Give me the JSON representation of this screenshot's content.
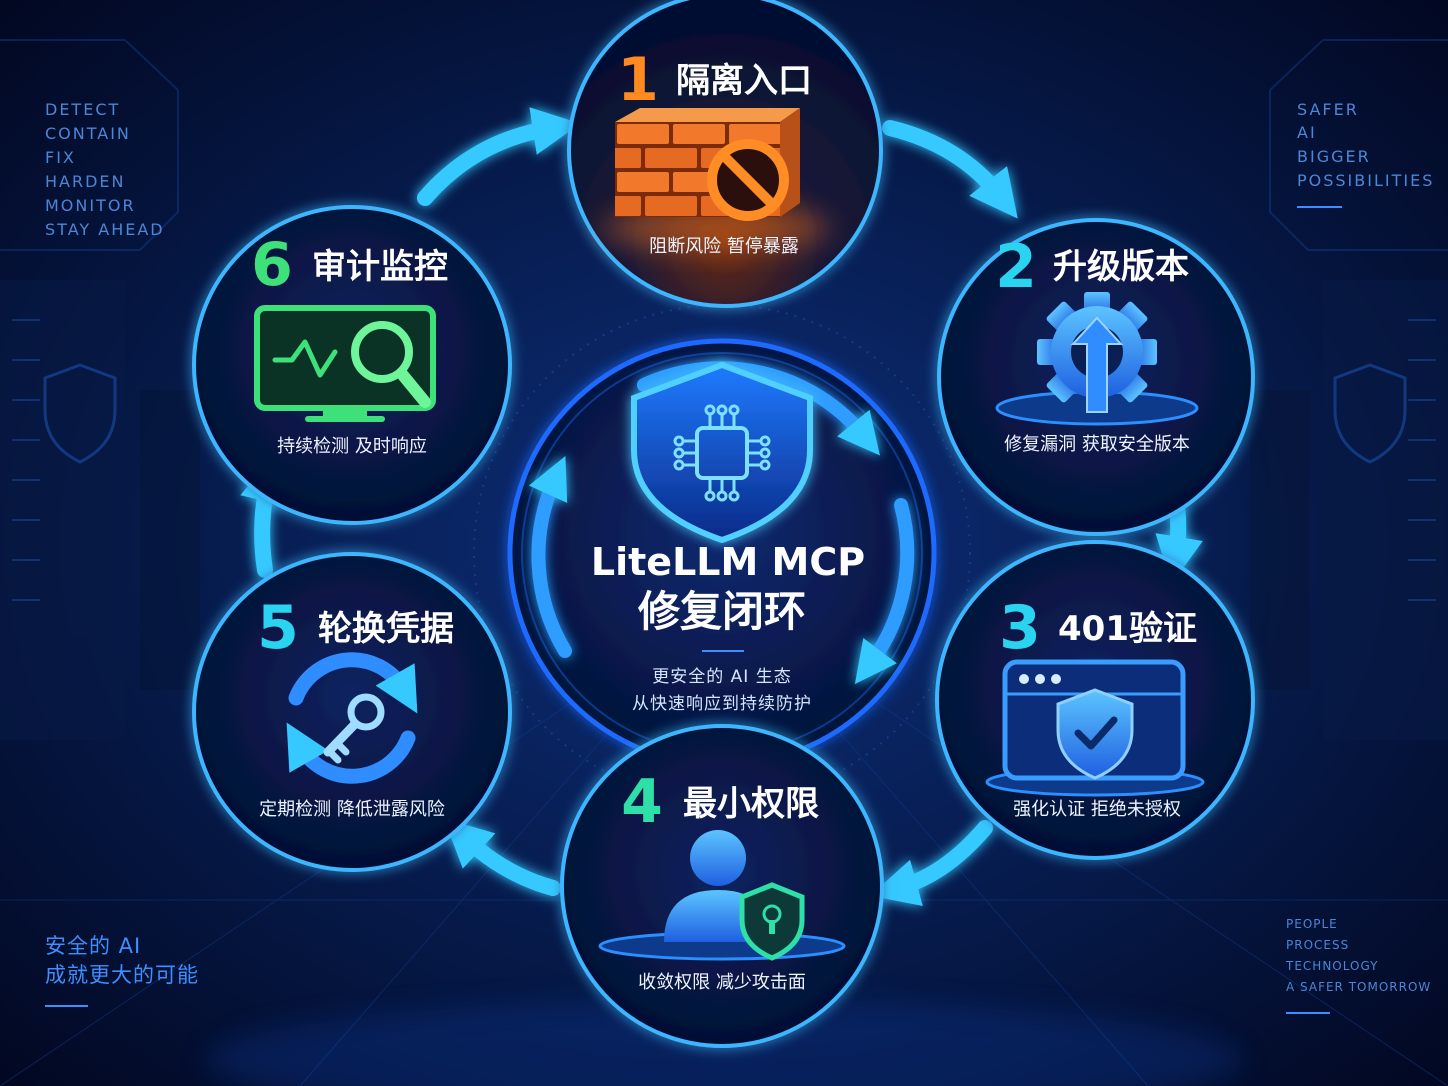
{
  "center": {
    "title_line1": "LiteLLM MCP",
    "title_line2": "修复闭环",
    "subtitle_line1": "更安全的 AI 生态",
    "subtitle_line2": "从快速响应到持续防护",
    "icon": "shield-chip-icon"
  },
  "steps": [
    {
      "number": "1",
      "title": "隔离入口",
      "caption": "阻断风险 暂停暴露",
      "icon": "firewall-block-icon",
      "number_color": "#ff8a1f"
    },
    {
      "number": "2",
      "title": "升级版本",
      "caption": "修复漏洞 获取安全版本",
      "icon": "gear-upgrade-icon",
      "number_color": "#2ad4f0"
    },
    {
      "number": "3",
      "title": "401验证",
      "caption": "强化认证 拒绝未授权",
      "icon": "browser-shield-check-icon",
      "number_color": "#2ad4f0"
    },
    {
      "number": "4",
      "title": "最小权限",
      "caption": "收敛权限 减少攻击面",
      "icon": "user-shield-icon",
      "number_color": "#2ee0a8"
    },
    {
      "number": "5",
      "title": "轮换凭据",
      "caption": "定期检测 降低泄露风险",
      "icon": "key-rotate-icon",
      "number_color": "#2ad4f0"
    },
    {
      "number": "6",
      "title": "审计监控",
      "caption": "持续检测 及时响应",
      "icon": "monitor-search-icon",
      "number_color": "#3ee07a"
    }
  ],
  "side_text": {
    "top_left": [
      "DETECT",
      "CONTAIN",
      "FIX",
      "HARDEN",
      "MONITOR",
      "STAY AHEAD"
    ],
    "top_right": [
      "SAFER",
      "AI",
      "BIGGER",
      "POSSIBILITIES"
    ],
    "bottom_left": [
      "安全的 AI",
      "成就更大的可能"
    ],
    "bottom_right": [
      "PEOPLE",
      "PROCESS",
      "TECHNOLOGY",
      "A SAFER TOMORROW"
    ]
  },
  "colors": {
    "background": "#030a22",
    "accent": "#35c9ff",
    "ring": "#1f6bff",
    "warning": "#ff8a1f",
    "success": "#3ee07a"
  }
}
